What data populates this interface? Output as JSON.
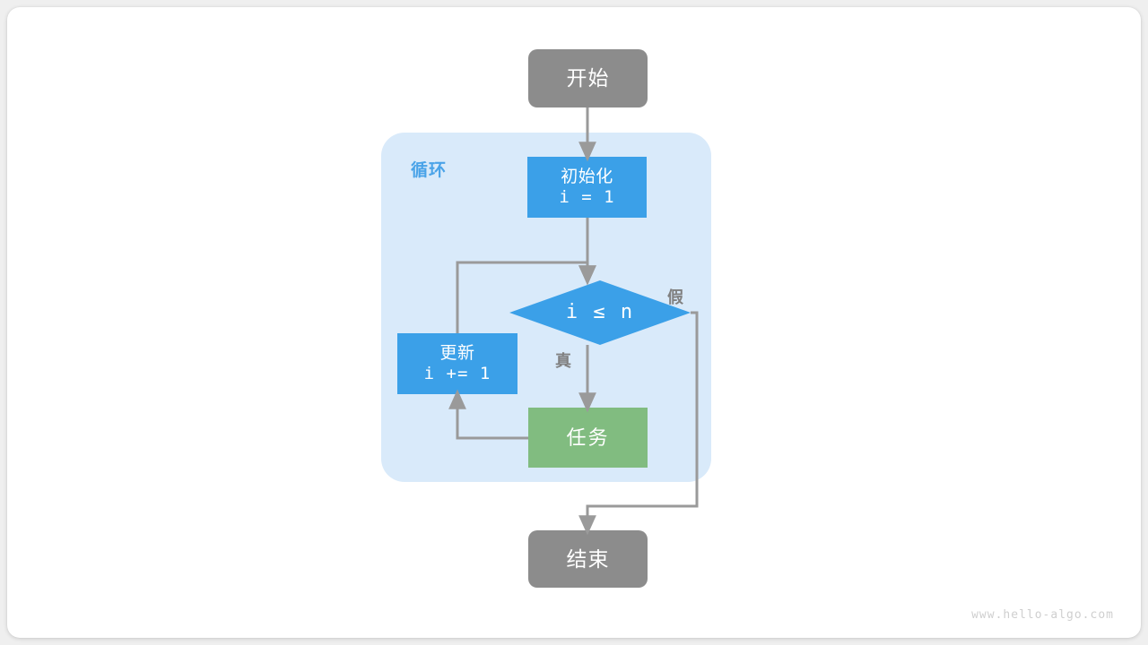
{
  "diagram": {
    "type": "flowchart",
    "title": "",
    "watermark": "www.hello-algo.com",
    "colors": {
      "page_background": "#efefef",
      "card_background": "#ffffff",
      "terminal_fill": "#8c8c8c",
      "process_fill": "#3ba0e8",
      "decision_fill": "#3ba0e8",
      "task_fill": "#81bc80",
      "group_fill": "#d9eafa",
      "group_label_color": "#4aa3e8",
      "edge_color": "#9a9a9a",
      "edge_label_color": "#808080",
      "node_text_color": "#ffffff",
      "watermark_color": "#cfcfcf"
    },
    "group": {
      "label": "循环"
    },
    "nodes": {
      "start": {
        "label": "开始",
        "shape": "rounded-rectangle"
      },
      "init": {
        "title": "初始化",
        "code": "i = 1",
        "shape": "rectangle"
      },
      "condition": {
        "code": "i ≤ n",
        "shape": "diamond"
      },
      "update": {
        "title": "更新",
        "code": "i += 1",
        "shape": "rectangle"
      },
      "task": {
        "label": "任务",
        "shape": "rectangle"
      },
      "end": {
        "label": "结束",
        "shape": "rounded-rectangle"
      }
    },
    "edge_labels": {
      "true": "真",
      "false": "假"
    }
  }
}
